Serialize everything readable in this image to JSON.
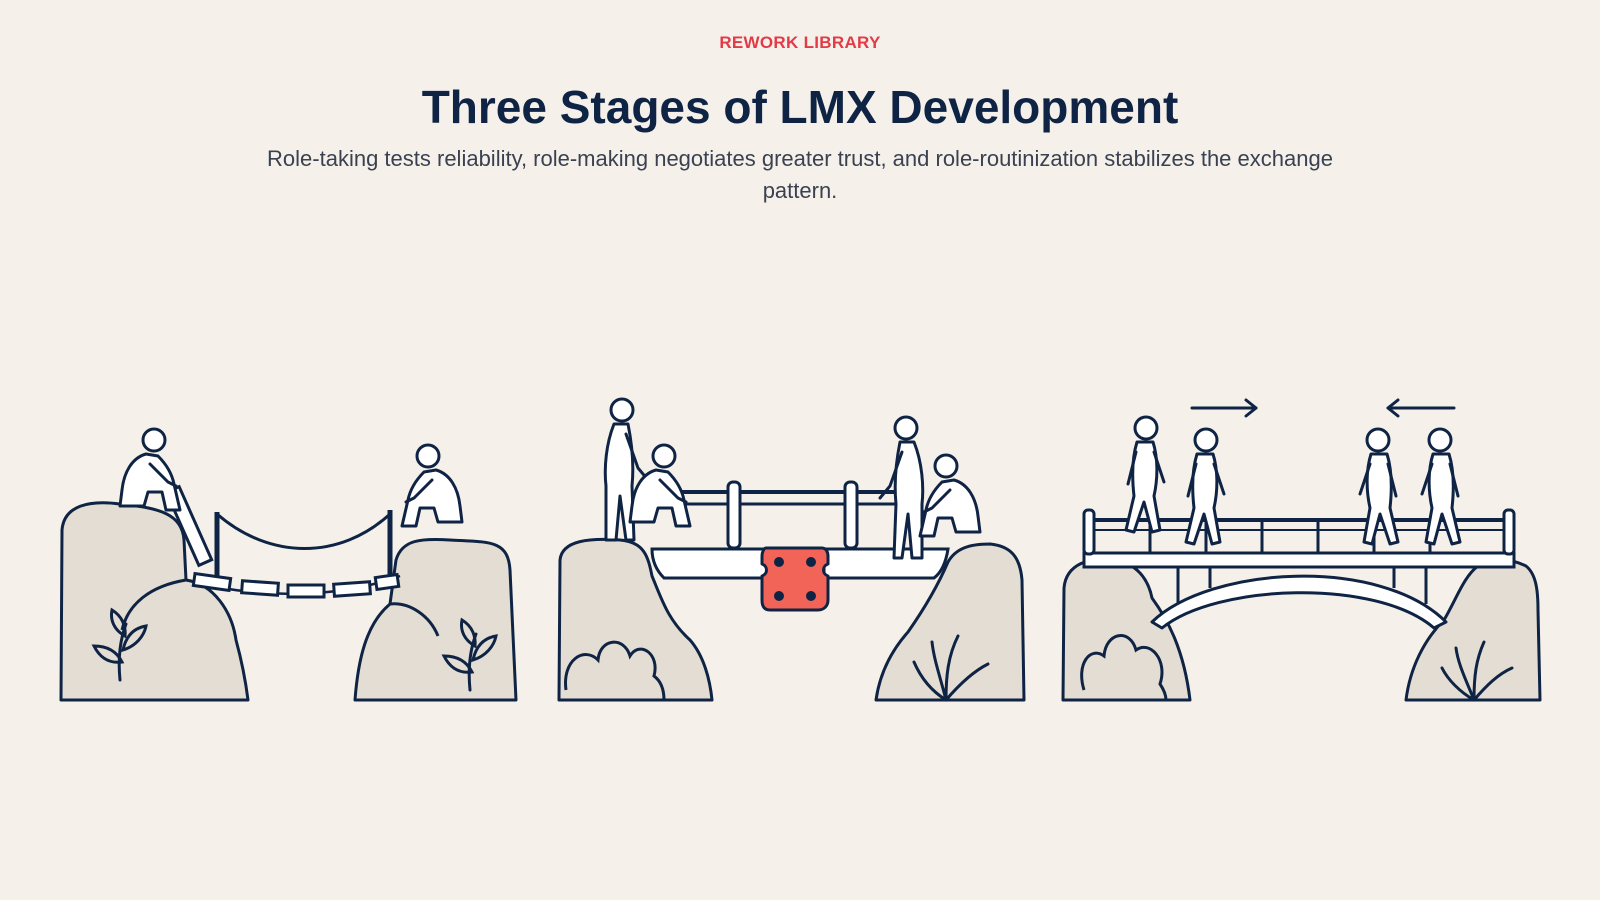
{
  "header": {
    "eyebrow": "REWORK LIBRARY",
    "title": "Three Stages of LMX Development",
    "subtitle": "Role-taking tests reliability, role-making negotiates greater trust, and role-routinization stabilizes the exchange pattern."
  },
  "colors": {
    "background": "#f5f1ea",
    "ink": "#0f2444",
    "accent": "#e23b47",
    "rock": "#e4ddd3",
    "figure": "#ffffff",
    "connector": "#f26457",
    "body_text": "#3a4150"
  },
  "stages": [
    {
      "icon": "rope-bridge-illustration"
    },
    {
      "icon": "bridge-construction-illustration"
    },
    {
      "icon": "finished-bridge-illustration"
    }
  ]
}
